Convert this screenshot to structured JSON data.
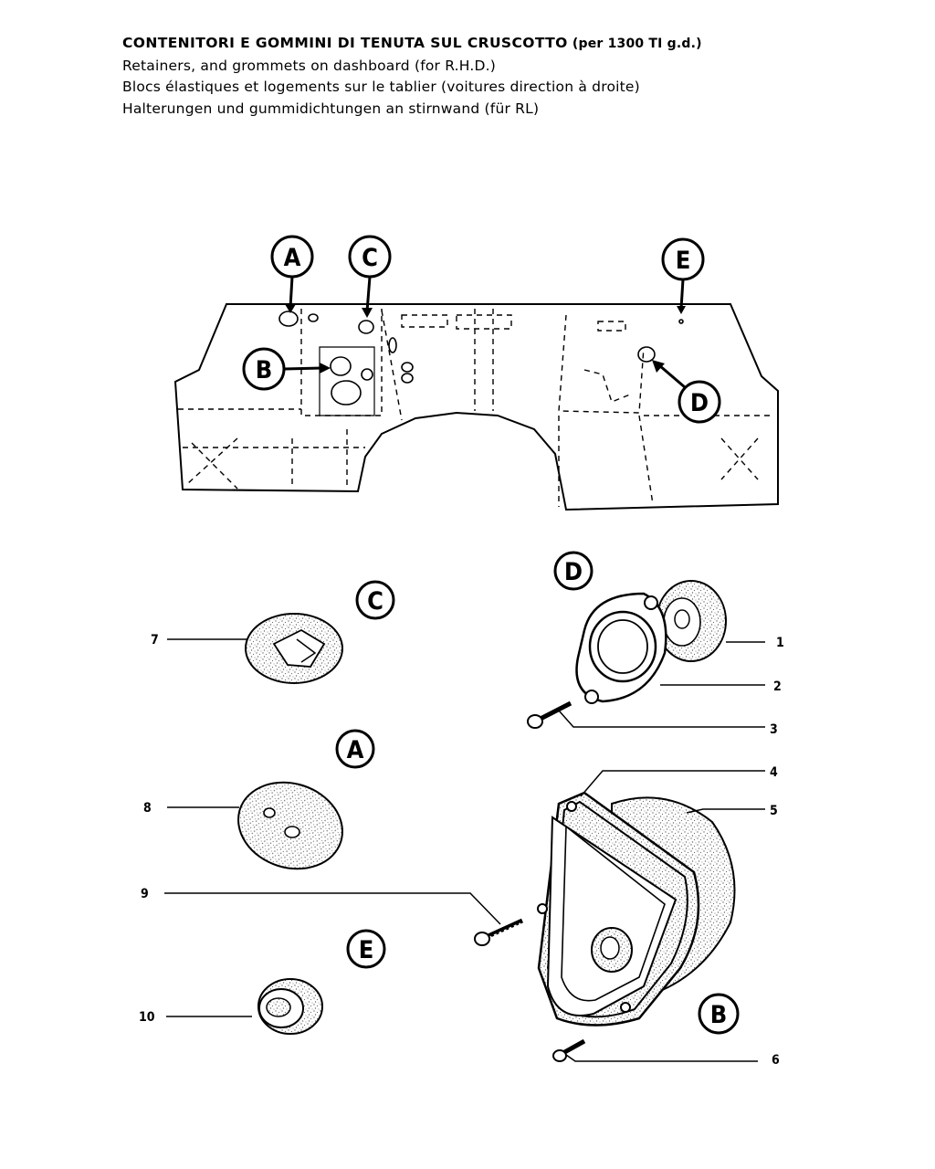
{
  "header": {
    "title_it": "CONTENITORI E GOMMINI DI TENUTA SUL CRUSCOTTO",
    "title_it_note": "(per 1300 TI g.d.)",
    "title_en": "Retainers, and grommets on dashboard (for R.H.D.)",
    "title_fr": "Blocs élastiques et logements sur le tablier (voitures direction à droite)",
    "title_de": "Halterungen und gummidichtungen an stirnwand (für RL)"
  },
  "dashboard_callouts": {
    "a": "A",
    "b": "B",
    "c": "C",
    "d": "D",
    "e": "E"
  },
  "detail_callouts": {
    "a": "A",
    "b": "B",
    "c": "C",
    "d": "D",
    "e": "E"
  },
  "part_numbers": {
    "n1": "1",
    "n2": "2",
    "n3": "3",
    "n4": "4",
    "n5": "5",
    "n6": "6",
    "n7": "7",
    "n8": "8",
    "n9": "9",
    "n10": "10"
  },
  "colors": {
    "ink": "#000000",
    "paper": "#ffffff",
    "speckle": "#6a6a6a"
  }
}
